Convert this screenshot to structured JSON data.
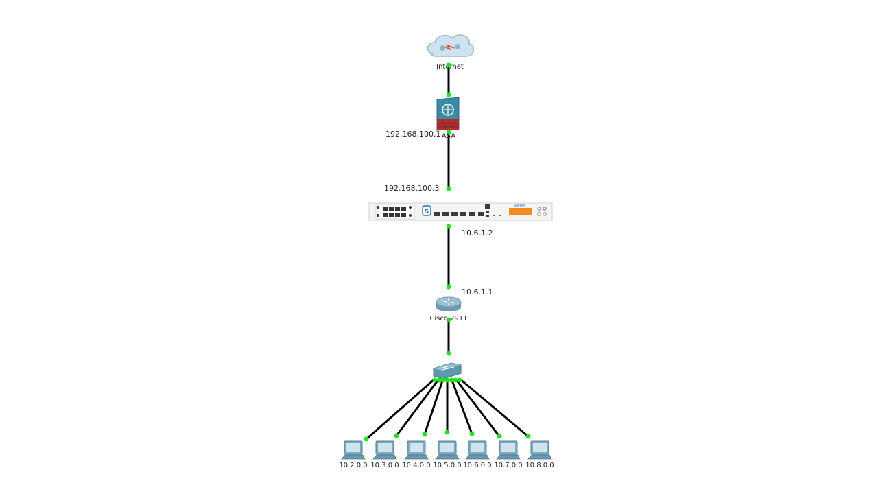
{
  "diagram": {
    "nodes": {
      "internet": {
        "label": "Internet",
        "icon": "cloud-icon"
      },
      "asa": {
        "label": "ASA",
        "icon": "firewall-icon"
      },
      "sophos": {
        "icon": "sophos-firewall-appliance-icon",
        "brand_text": "SOPHOS"
      },
      "router": {
        "label": "Cisco 2911",
        "icon": "router-icon"
      },
      "switch": {
        "icon": "switch-icon"
      },
      "pcs": [
        {
          "label": "10.2.0.0",
          "icon": "pc-icon"
        },
        {
          "label": "10.3.0.0",
          "icon": "pc-icon"
        },
        {
          "label": "10.4.0.0",
          "icon": "pc-icon"
        },
        {
          "label": "10.5.0.0",
          "icon": "pc-icon"
        },
        {
          "label": "10.6.0.0",
          "icon": "pc-icon"
        },
        {
          "label": "10.7.0.0",
          "icon": "pc-icon"
        },
        {
          "label": "10.8.0.0",
          "icon": "pc-icon"
        }
      ]
    },
    "interface_labels": {
      "asa_inside": "192.168.100.1",
      "sophos_outside": "192.168.100.3",
      "sophos_inside": "10.6.1.2",
      "router_outside": "10.6.1.1"
    },
    "colors": {
      "link": "#000000",
      "link_up_dot": "#22e022",
      "cloud": "#cfe3ee",
      "firewall_blue": "#3b8aa6",
      "firewall_brick": "#b03030",
      "sophos_orange": "#f08c1e",
      "router": "#8fb5c8",
      "switch": "#5d98ad",
      "pc": "#7fa9bd"
    }
  }
}
